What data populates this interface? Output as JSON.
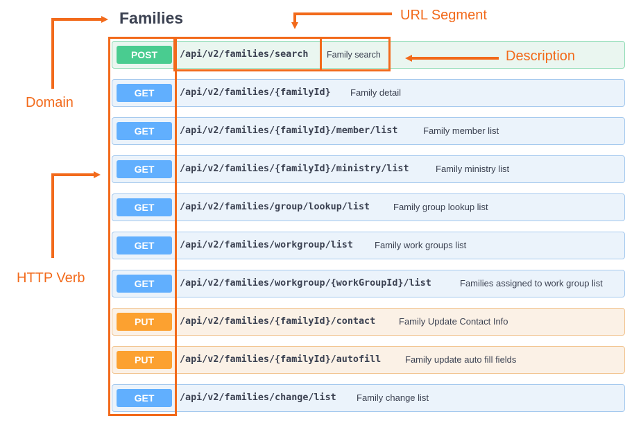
{
  "section": {
    "title": "Families"
  },
  "annotations": {
    "url_segment": "URL Segment",
    "description": "Description",
    "domain": "Domain",
    "http_verb": "HTTP Verb",
    "color": "#f26a1b"
  },
  "colors": {
    "post": "#49cc90",
    "get": "#61affe",
    "put": "#fca130"
  },
  "operations": [
    {
      "method": "POST",
      "path": "/api/v2/families/search",
      "description": "Family search"
    },
    {
      "method": "GET",
      "path": "/api/v2/families/{familyId}",
      "description": "Family detail"
    },
    {
      "method": "GET",
      "path": "/api/v2/families/{familyId}/member/list",
      "description": "Family member list"
    },
    {
      "method": "GET",
      "path": "/api/v2/families/{familyId}/ministry/list",
      "description": "Family ministry list"
    },
    {
      "method": "GET",
      "path": "/api/v2/families/group/lookup/list",
      "description": "Family group lookup list"
    },
    {
      "method": "GET",
      "path": "/api/v2/families/workgroup/list",
      "description": "Family work groups list"
    },
    {
      "method": "GET",
      "path": "/api/v2/families/workgroup/{workGroupId}/list",
      "description": "Families assigned to work group list"
    },
    {
      "method": "PUT",
      "path": "/api/v2/families/{familyId}/contact",
      "description": "Family Update Contact Info"
    },
    {
      "method": "PUT",
      "path": "/api/v2/families/{familyId}/autofill",
      "description": "Family update auto fill fields"
    },
    {
      "method": "GET",
      "path": "/api/v2/families/change/list",
      "description": "Family change list"
    }
  ]
}
